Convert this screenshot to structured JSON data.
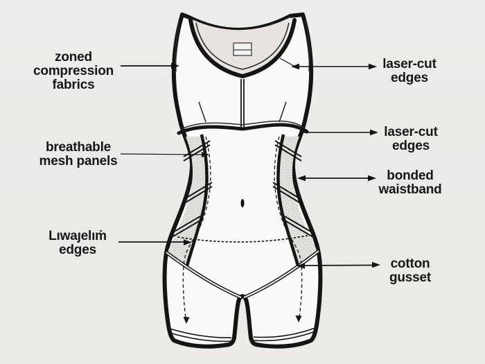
{
  "figure": {
    "type": "garment-feature-diagram",
    "subject": "shapewear bodysuit technical illustration",
    "background_color": "#ecebe8",
    "line_color": "#141414",
    "garment_fill": "#faf9f7",
    "back_panel_fill": "#e7e4e0",
    "mesh_panel_fill": "#eceae6",
    "text_color": "#161616"
  },
  "labels": {
    "zoned_compression": {
      "line1": "zoned",
      "line2": "compression",
      "line3": "fabrics"
    },
    "laser_cut_top": {
      "line1": "laser-cut",
      "line2": "edges"
    },
    "breathable_mesh": {
      "line1": "breathable",
      "line2": "mesh panels"
    },
    "laser_cut_mid": {
      "line1": "laser-cut",
      "line2": "edges"
    },
    "bonded_waistband": {
      "line1": "bonded",
      "line2": "waistband"
    },
    "liwajelum_edges": {
      "line1": "Lıwaȷelıṁ",
      "line2": "edges"
    },
    "cotton_gusset": {
      "line1": "cotton",
      "line2": "gusset"
    }
  }
}
